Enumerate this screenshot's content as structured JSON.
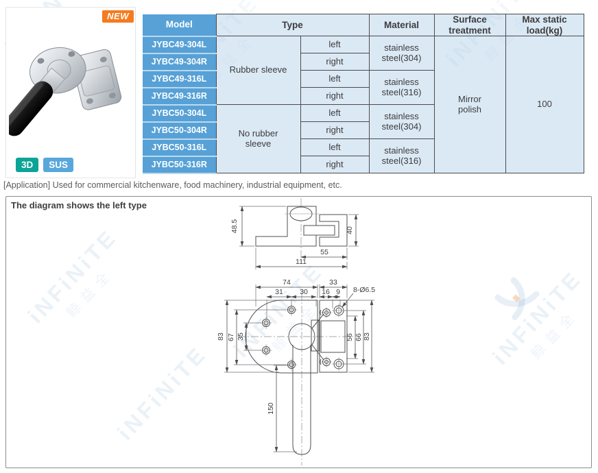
{
  "product": {
    "new_badge": "NEW",
    "badge_3d": "3D",
    "badge_sus": "SUS",
    "colors": {
      "new_bg": "#f47b20",
      "badge_3d_bg": "#0ca496",
      "badge_sus_bg": "#58a7db"
    }
  },
  "table": {
    "headers": {
      "model": "Model",
      "type": "Type",
      "material": "Material",
      "surface": "Surface treatment",
      "load": "Max static load(kg)"
    },
    "type_groups": [
      "Rubber sleeve",
      "No rubber sleeve"
    ],
    "rows": [
      {
        "model": "JYBC49-304L",
        "side": "left"
      },
      {
        "model": "JYBC49-304R",
        "side": "right"
      },
      {
        "model": "JYBC49-316L",
        "side": "left"
      },
      {
        "model": "JYBC49-316R",
        "side": "right"
      },
      {
        "model": "JYBC50-304L",
        "side": "left"
      },
      {
        "model": "JYBC50-304R",
        "side": "right"
      },
      {
        "model": "JYBC50-316L",
        "side": "left"
      },
      {
        "model": "JYBC50-316R",
        "side": "right"
      }
    ],
    "materials": [
      "stainless steel(304)",
      "stainless steel(316)",
      "stainless steel(304)",
      "stainless steel(316)"
    ],
    "surface_treatment": "Mirror polish",
    "max_static_load": "100",
    "colors": {
      "model_bg": "#57a1d6",
      "cell_bg": "#dbe9f5",
      "border": "#4a4a4a"
    }
  },
  "application": {
    "text": "[Application] Used for commercial kitchenware, food machinery, industrial equipment, etc."
  },
  "diagram": {
    "note": "The diagram shows the left type",
    "side": {
      "overall_height": "48.5",
      "catch_height": "40",
      "catch_offset": "55",
      "overall_width": "111"
    },
    "front": {
      "plate_width": "74",
      "strike_width": "33",
      "hole_left": "31",
      "hole_right": "30",
      "edge_16": "16",
      "edge_9": "9",
      "holes_callout": "8-Ø6.5",
      "left_83": "83",
      "left_67": "67",
      "left_35": "35",
      "right_56": "56",
      "right_66": "66",
      "right_83": "83",
      "handle_length": "150"
    }
  },
  "watermark": {
    "brand": "iNFiNiTE",
    "cn": "鲸益全"
  }
}
